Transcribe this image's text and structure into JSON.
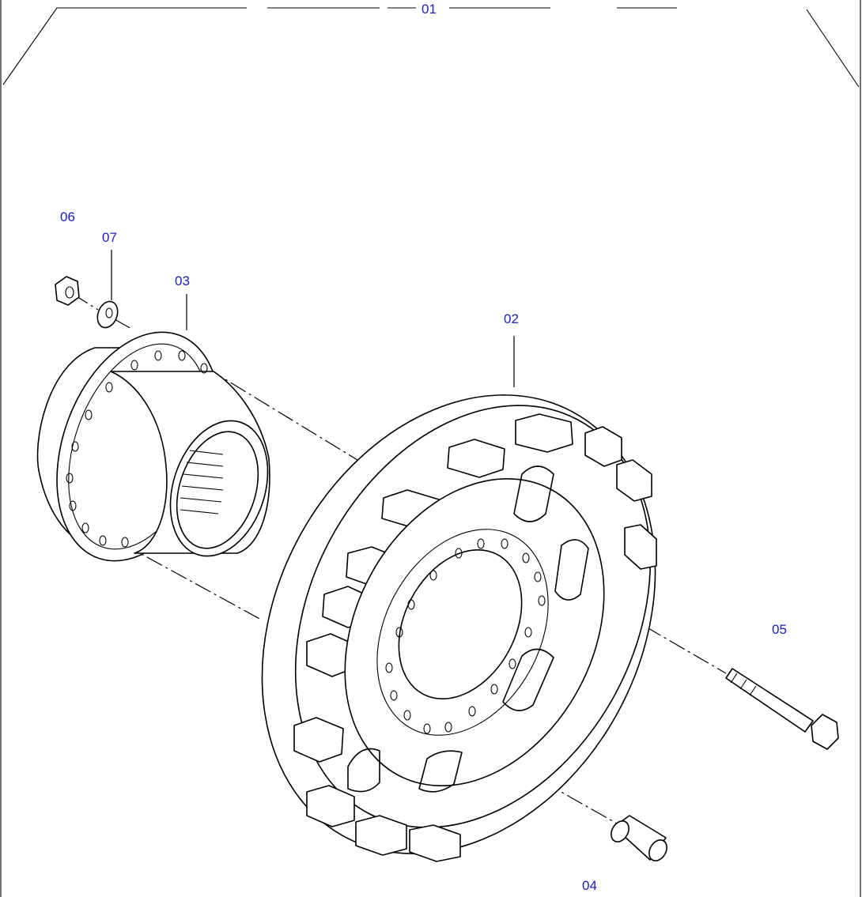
{
  "callouts": {
    "c01": "01",
    "c02": "02",
    "c03": "03",
    "c04": "04",
    "c05": "05",
    "c06": "06",
    "c07": "07"
  },
  "colors": {
    "callout_text": "#1a1ad0",
    "linework": "#000000",
    "background": "#ffffff"
  }
}
